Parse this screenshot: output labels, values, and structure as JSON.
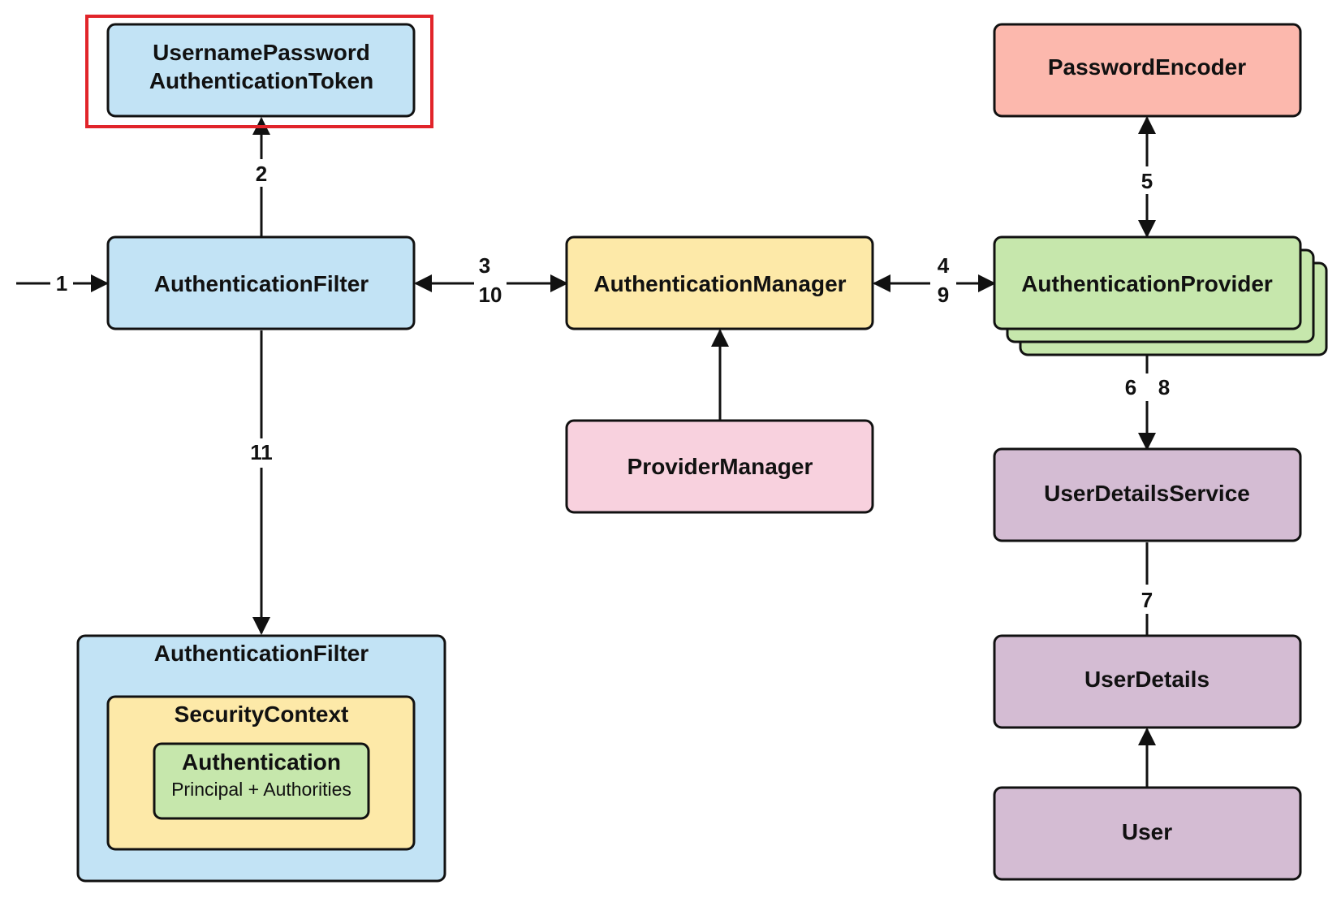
{
  "colors": {
    "blue": "#c2e3f5",
    "yellow": "#fde9a8",
    "green": "#c6e7ac",
    "pink": "#f8d1de",
    "salmon": "#fcb8ad",
    "purple": "#d4bcd3",
    "highlight": "#e1242a",
    "stroke": "#111111"
  },
  "nodes": {
    "token": {
      "line1": "UsernamePassword",
      "line2": "AuthenticationToken"
    },
    "filter": {
      "label": "AuthenticationFilter"
    },
    "manager": {
      "label": "AuthenticationManager"
    },
    "provider_manager": {
      "label": "ProviderManager"
    },
    "provider": {
      "label": "AuthenticationProvider"
    },
    "encoder": {
      "label": "PasswordEncoder"
    },
    "user_details_service": {
      "label": "UserDetailsService"
    },
    "user_details": {
      "label": "UserDetails"
    },
    "user": {
      "label": "User"
    },
    "filter_result": {
      "label": "AuthenticationFilter",
      "security_context": "SecurityContext",
      "authentication": "Authentication",
      "authentication_detail": "Principal + Authorities"
    }
  },
  "edges": {
    "e1": "1",
    "e2": "2",
    "e3": "3",
    "e10": "10",
    "e4": "4",
    "e9": "9",
    "e5": "5",
    "e6": "6",
    "e8": "8",
    "e7": "7",
    "e11": "11"
  }
}
